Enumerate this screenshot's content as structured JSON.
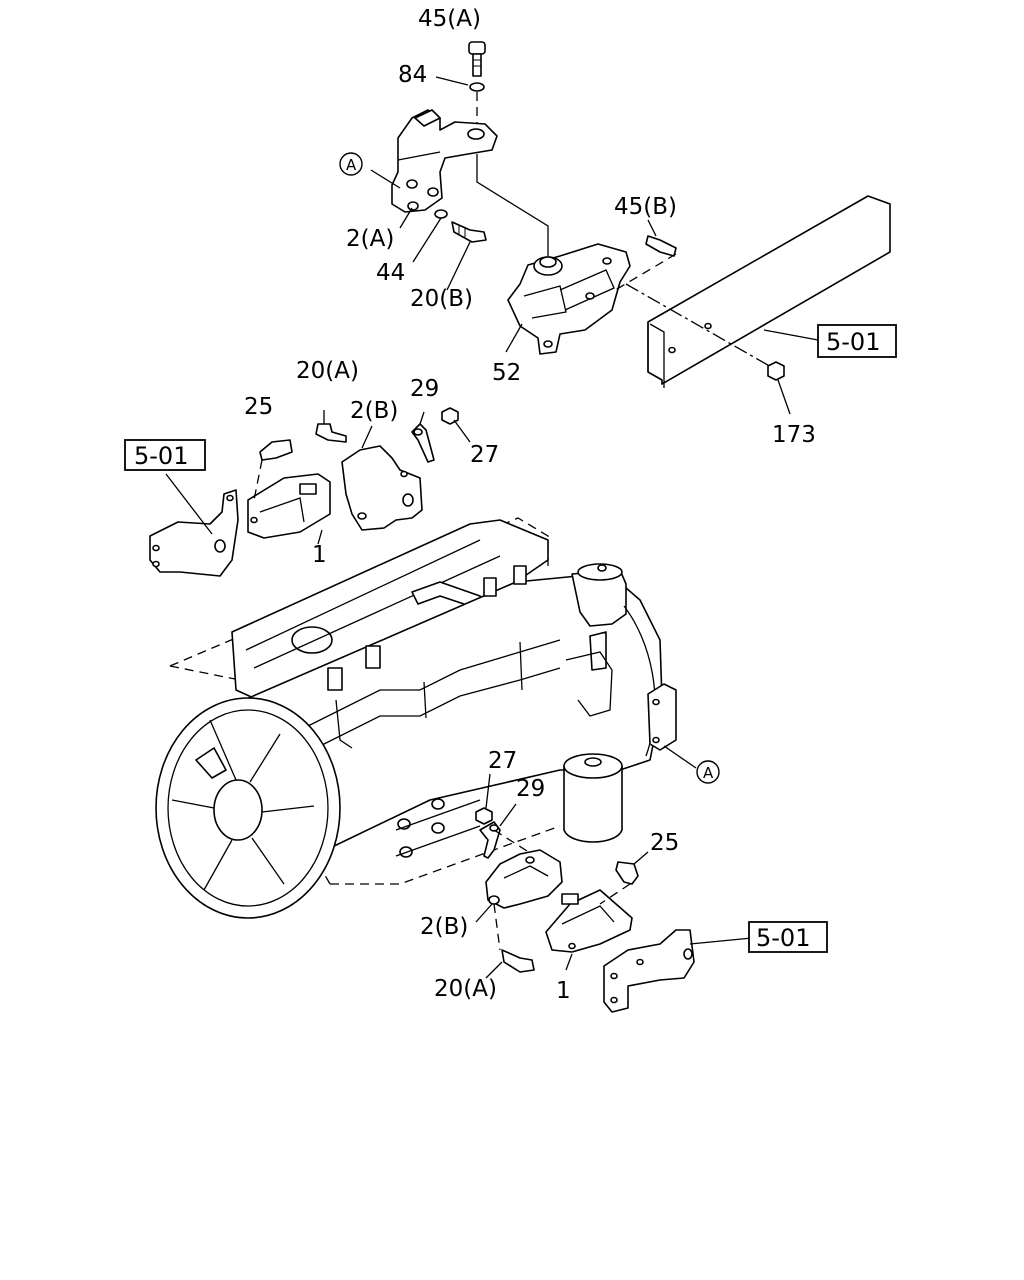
{
  "labels": {
    "l45a": "45(A)",
    "l84": "84",
    "l2a": "2(A)",
    "l44": "44",
    "l20b": "20(B)",
    "l45b": "45(B)",
    "l52": "52",
    "l173": "173",
    "l20a_top": "20(A)",
    "l25_top": "25",
    "l2b_top": "2(B)",
    "l29_top": "29",
    "l27_top": "27",
    "l1_top": "1",
    "l27_bot": "27",
    "l29_bot": "29",
    "l25_bot": "25",
    "l2b_bot": "2(B)",
    "l20a_bot": "20(A)",
    "l1_bot": "1"
  },
  "refs": {
    "frame": "5-01",
    "left_bracket": "5-01",
    "right_bracket": "5-01"
  },
  "callouts": {
    "a_top": "A",
    "a_engine": "A"
  }
}
